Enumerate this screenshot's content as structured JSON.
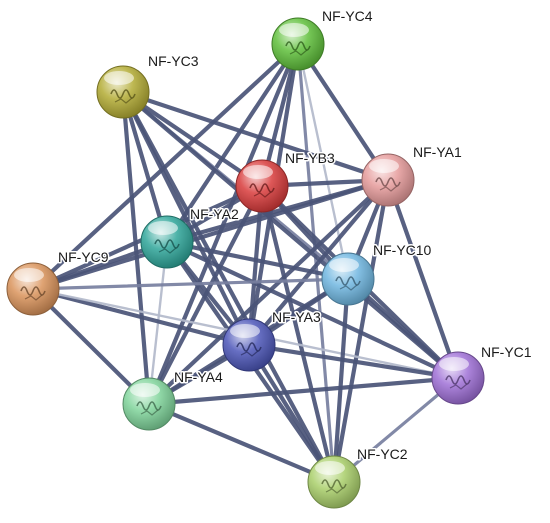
{
  "network": {
    "nodes": [
      {
        "id": "NF-YC4",
        "label": "NF-YC4",
        "color": "#5fbf3a"
      },
      {
        "id": "NF-YC3",
        "label": "NF-YC3",
        "color": "#b3ab34"
      },
      {
        "id": "NF-YB3",
        "label": "NF-YB3",
        "color": "#d83a3a"
      },
      {
        "id": "NF-YA1",
        "label": "NF-YA1",
        "color": "#e59a9a"
      },
      {
        "id": "NF-YA2",
        "label": "NF-YA2",
        "color": "#2fa69a"
      },
      {
        "id": "NF-YC9",
        "label": "NF-YC9",
        "color": "#d9935a"
      },
      {
        "id": "NF-YC10",
        "label": "NF-YC10",
        "color": "#6fb6e0"
      },
      {
        "id": "NF-YA3",
        "label": "NF-YA3",
        "color": "#4c56b8"
      },
      {
        "id": "NF-YC1",
        "label": "NF-YC1",
        "color": "#9e6fd6"
      },
      {
        "id": "NF-YA4",
        "label": "NF-YA4",
        "color": "#7fd49a"
      },
      {
        "id": "NF-YC2",
        "label": "NF-YC2",
        "color": "#a9cf6a"
      }
    ],
    "edges": [
      {
        "source": "NF-YC4",
        "target": "NF-YB3",
        "strength": "strong"
      },
      {
        "source": "NF-YC4",
        "target": "NF-YA1",
        "strength": "strong"
      },
      {
        "source": "NF-YC4",
        "target": "NF-YA2",
        "strength": "strong"
      },
      {
        "source": "NF-YC4",
        "target": "NF-YC10",
        "strength": "weak"
      },
      {
        "source": "NF-YC4",
        "target": "NF-YA3",
        "strength": "strong"
      },
      {
        "source": "NF-YC4",
        "target": "NF-YA4",
        "strength": "strong"
      },
      {
        "source": "NF-YC4",
        "target": "NF-YC9",
        "strength": "strong"
      },
      {
        "source": "NF-YC4",
        "target": "NF-YC2",
        "strength": "medium"
      },
      {
        "source": "NF-YC3",
        "target": "NF-YB3",
        "strength": "strong"
      },
      {
        "source": "NF-YC3",
        "target": "NF-YA1",
        "strength": "strong"
      },
      {
        "source": "NF-YC3",
        "target": "NF-YA2",
        "strength": "strong"
      },
      {
        "source": "NF-YC3",
        "target": "NF-YA3",
        "strength": "strong"
      },
      {
        "source": "NF-YC3",
        "target": "NF-YA4",
        "strength": "strong"
      },
      {
        "source": "NF-YC3",
        "target": "NF-YC10",
        "strength": "medium"
      },
      {
        "source": "NF-YC3",
        "target": "NF-YC1",
        "strength": "strong"
      },
      {
        "source": "NF-YC3",
        "target": "NF-YC2",
        "strength": "strong"
      },
      {
        "source": "NF-YB3",
        "target": "NF-YA1",
        "strength": "strong"
      },
      {
        "source": "NF-YB3",
        "target": "NF-YA2",
        "strength": "strong"
      },
      {
        "source": "NF-YB3",
        "target": "NF-YC9",
        "strength": "strong"
      },
      {
        "source": "NF-YB3",
        "target": "NF-YC10",
        "strength": "strong"
      },
      {
        "source": "NF-YB3",
        "target": "NF-YA3",
        "strength": "strong"
      },
      {
        "source": "NF-YB3",
        "target": "NF-YC1",
        "strength": "strong"
      },
      {
        "source": "NF-YB3",
        "target": "NF-YA4",
        "strength": "strong"
      },
      {
        "source": "NF-YB3",
        "target": "NF-YC2",
        "strength": "strong"
      },
      {
        "source": "NF-YA1",
        "target": "NF-YA2",
        "strength": "strong"
      },
      {
        "source": "NF-YA1",
        "target": "NF-YC9",
        "strength": "strong"
      },
      {
        "source": "NF-YA1",
        "target": "NF-YC10",
        "strength": "strong"
      },
      {
        "source": "NF-YA1",
        "target": "NF-YA3",
        "strength": "strong"
      },
      {
        "source": "NF-YA1",
        "target": "NF-YC1",
        "strength": "strong"
      },
      {
        "source": "NF-YA1",
        "target": "NF-YA4",
        "strength": "strong"
      },
      {
        "source": "NF-YA1",
        "target": "NF-YC2",
        "strength": "strong"
      },
      {
        "source": "NF-YA2",
        "target": "NF-YC9",
        "strength": "strong"
      },
      {
        "source": "NF-YA2",
        "target": "NF-YC10",
        "strength": "strong"
      },
      {
        "source": "NF-YA2",
        "target": "NF-YA3",
        "strength": "strong"
      },
      {
        "source": "NF-YA2",
        "target": "NF-YC1",
        "strength": "strong"
      },
      {
        "source": "NF-YA2",
        "target": "NF-YA4",
        "strength": "weak"
      },
      {
        "source": "NF-YA2",
        "target": "NF-YC2",
        "strength": "strong"
      },
      {
        "source": "NF-YC9",
        "target": "NF-YC10",
        "strength": "medium"
      },
      {
        "source": "NF-YC9",
        "target": "NF-YA3",
        "strength": "strong"
      },
      {
        "source": "NF-YC9",
        "target": "NF-YC1",
        "strength": "weak"
      },
      {
        "source": "NF-YC9",
        "target": "NF-YA4",
        "strength": "strong"
      },
      {
        "source": "NF-YC10",
        "target": "NF-YA3",
        "strength": "strong"
      },
      {
        "source": "NF-YC10",
        "target": "NF-YC1",
        "strength": "strong"
      },
      {
        "source": "NF-YC10",
        "target": "NF-YA4",
        "strength": "strong"
      },
      {
        "source": "NF-YC10",
        "target": "NF-YC2",
        "strength": "strong"
      },
      {
        "source": "NF-YA3",
        "target": "NF-YC1",
        "strength": "strong"
      },
      {
        "source": "NF-YA3",
        "target": "NF-YA4",
        "strength": "strong"
      },
      {
        "source": "NF-YA3",
        "target": "NF-YC2",
        "strength": "strong"
      },
      {
        "source": "NF-YC1",
        "target": "NF-YA4",
        "strength": "strong"
      },
      {
        "source": "NF-YC1",
        "target": "NF-YC2",
        "strength": "medium"
      },
      {
        "source": "NF-YA4",
        "target": "NF-YC2",
        "strength": "strong"
      }
    ],
    "edge_colors": {
      "strong": "#4a5478",
      "medium": "#7880a0",
      "weak": "#b4bacc"
    }
  }
}
